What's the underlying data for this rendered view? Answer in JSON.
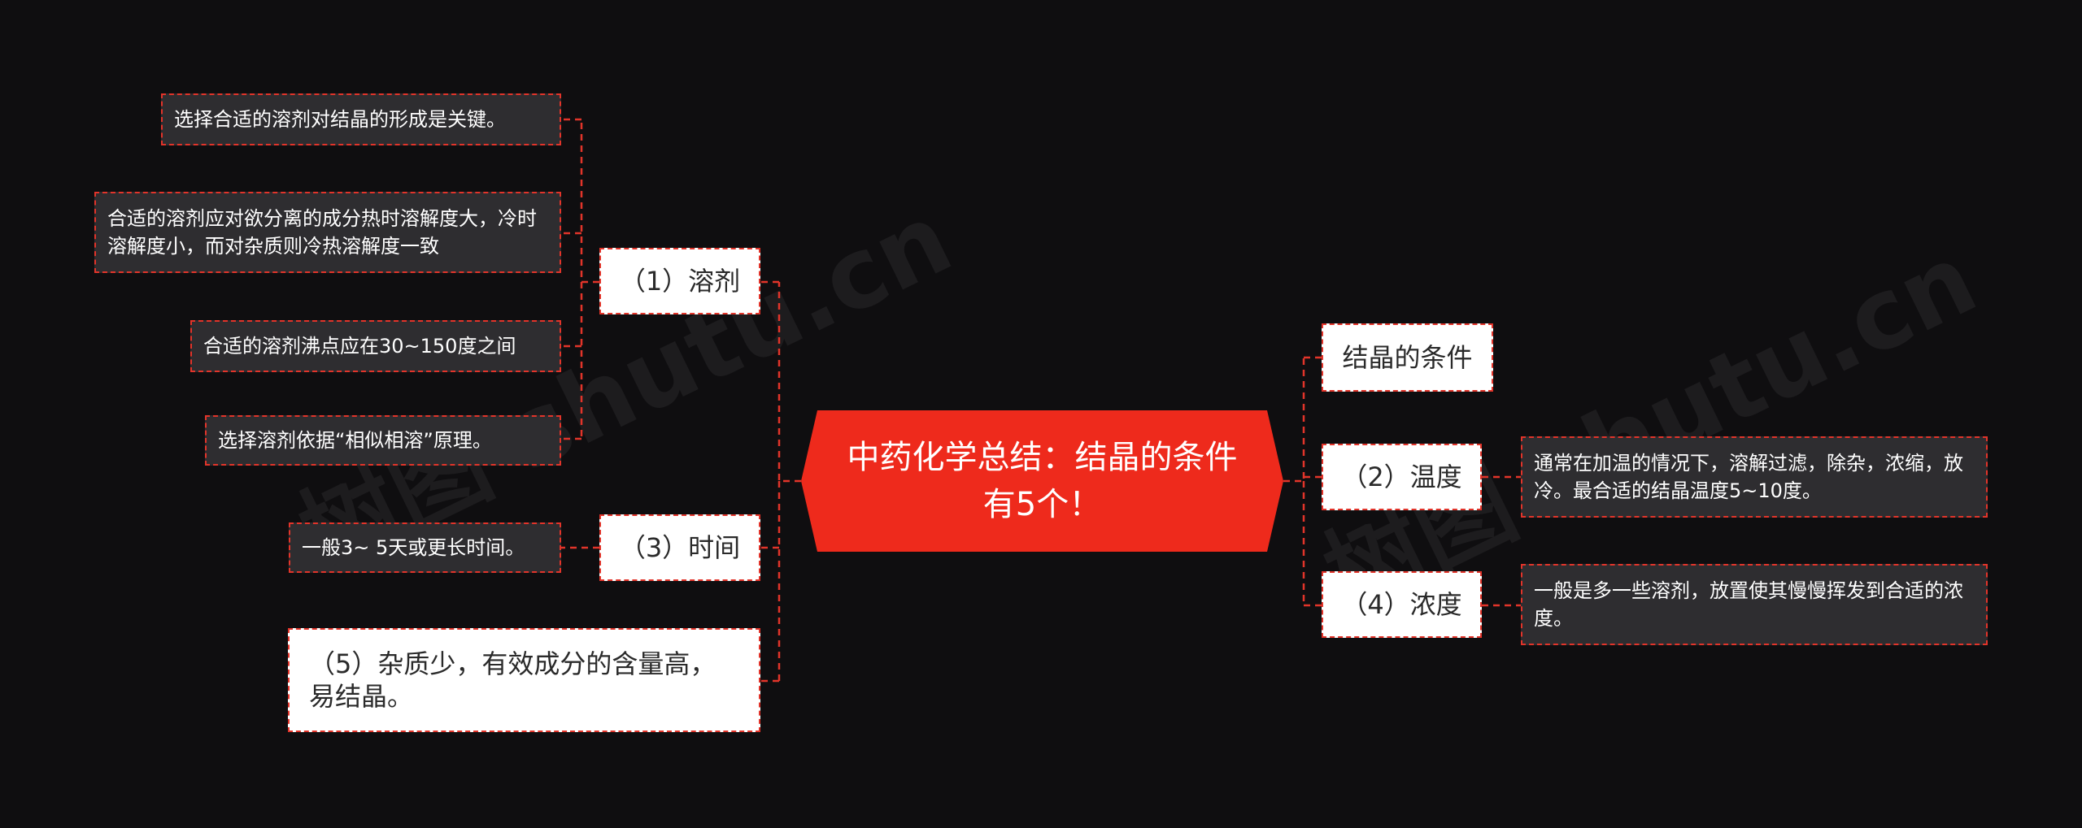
{
  "center": {
    "title": "中药化学总结：结晶的条件有5个！"
  },
  "branches": {
    "solvent": {
      "label": "（1）溶剂"
    },
    "time": {
      "label": "（3）时间"
    },
    "impurity": {
      "label": "（5）杂质少，有效成分的含量高，易结晶。"
    },
    "conditions": {
      "label": "结晶的条件"
    },
    "temperature": {
      "label": "（2）温度"
    },
    "concentration": {
      "label": "（4）浓度"
    }
  },
  "leaves": {
    "solvent_1": "选择合适的溶剂对结晶的形成是关键。",
    "solvent_2": "合适的溶剂应对欲分离的成分热时溶解度大，冷时溶解度小，而对杂质则冷热溶解度一致",
    "solvent_3": "合适的溶剂沸点应在30~150度之间",
    "solvent_4": "选择溶剂依据“相似相溶”原理。",
    "time_1": "一般3~ 5天或更长时间。",
    "temperature_1": "通常在加温的情况下，溶解过滤，除杂，浓缩，放冷。最合适的结晶温度5~10度。",
    "concentration_1": "一般是多一些溶剂，放置使其慢慢挥发到合适的浓度。"
  },
  "watermarks": [
    "树图 shutu.cn",
    "树图 shutu.cn"
  ],
  "colors": {
    "background": "#0f0e10",
    "accent": "#ee2a1c",
    "connector": "#e2342a",
    "leaf_fill": "#2e2d30",
    "branch_fill": "#ffffff"
  }
}
